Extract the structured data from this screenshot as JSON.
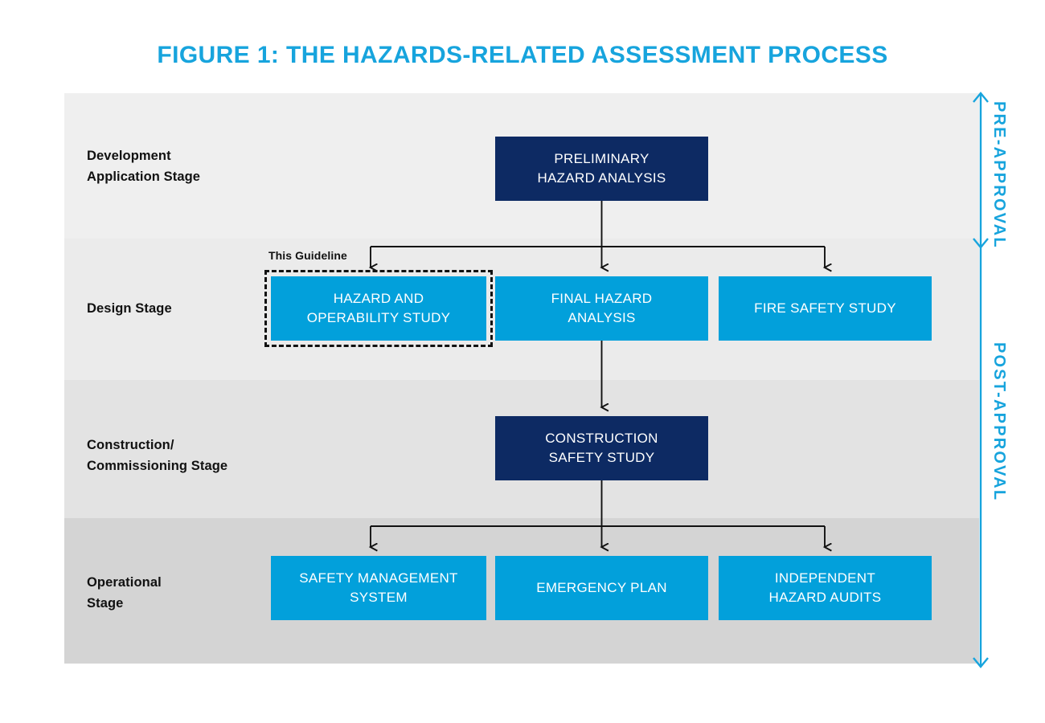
{
  "figure": {
    "title": "FIGURE 1: THE HAZARDS-RELATED ASSESSMENT PROCESS",
    "accent_color": "#17a4dd",
    "navy_color": "#0d2a63",
    "blue_color": "#02a0db"
  },
  "stages": [
    {
      "label": "Development\nApplication Stage",
      "band_color": "#efefef"
    },
    {
      "label": "Design Stage",
      "band_color": "#ebebeb"
    },
    {
      "label": "Construction/\nCommissioning Stage",
      "band_color": "#e3e3e3"
    },
    {
      "label": "Operational\nStage",
      "band_color": "#d4d4d4"
    }
  ],
  "nodes": {
    "preliminary_hazard_analysis": "PRELIMINARY\nHAZARD ANALYSIS",
    "hazard_and_operability_study": "HAZARD AND\nOPERABILITY STUDY",
    "final_hazard_analysis": "FINAL HAZARD\nANALYSIS",
    "fire_safety_study": "FIRE SAFETY STUDY",
    "construction_safety_study": "CONSTRUCTION\nSAFETY STUDY",
    "safety_management_system": "SAFETY MANAGEMENT\nSYSTEM",
    "emergency_plan": "EMERGENCY PLAN",
    "independent_hazard_audits": "INDEPENDENT\nHAZARD AUDITS"
  },
  "annotations": {
    "this_guideline": "This Guideline"
  },
  "approval_rail": {
    "pre": "PRE-APPROVAL",
    "post": "POST-APPROVAL"
  },
  "chart_data": {
    "type": "diagram",
    "title": "FIGURE 1: THE HAZARDS-RELATED ASSESSMENT PROCESS",
    "swimlanes": [
      {
        "stage": "Development Application Stage",
        "approval_phase": "PRE-APPROVAL",
        "nodes": [
          {
            "label": "PRELIMINARY HAZARD ANALYSIS",
            "style": "navy",
            "column": "middle"
          }
        ]
      },
      {
        "stage": "Design Stage",
        "approval_phase": "PRE-APPROVAL",
        "nodes": [
          {
            "label": "HAZARD AND OPERABILITY STUDY",
            "style": "blue",
            "column": "left",
            "highlight": "This Guideline"
          },
          {
            "label": "FINAL HAZARD ANALYSIS",
            "style": "blue",
            "column": "middle"
          },
          {
            "label": "FIRE SAFETY STUDY",
            "style": "blue",
            "column": "right"
          }
        ]
      },
      {
        "stage": "Construction/Commissioning Stage",
        "approval_phase": "POST-APPROVAL",
        "nodes": [
          {
            "label": "CONSTRUCTION SAFETY STUDY",
            "style": "navy",
            "column": "middle"
          }
        ]
      },
      {
        "stage": "Operational Stage",
        "approval_phase": "POST-APPROVAL",
        "nodes": [
          {
            "label": "SAFETY MANAGEMENT SYSTEM",
            "style": "blue",
            "column": "left"
          },
          {
            "label": "EMERGENCY PLAN",
            "style": "blue",
            "column": "middle"
          },
          {
            "label": "INDEPENDENT HAZARD AUDITS",
            "style": "blue",
            "column": "right"
          }
        ]
      }
    ],
    "edges": [
      {
        "from": "PRELIMINARY HAZARD ANALYSIS",
        "to": "HAZARD AND OPERABILITY STUDY"
      },
      {
        "from": "PRELIMINARY HAZARD ANALYSIS",
        "to": "FINAL HAZARD ANALYSIS"
      },
      {
        "from": "PRELIMINARY HAZARD ANALYSIS",
        "to": "FIRE SAFETY STUDY"
      },
      {
        "from": "FINAL HAZARD ANALYSIS",
        "to": "CONSTRUCTION SAFETY STUDY"
      },
      {
        "from": "CONSTRUCTION SAFETY STUDY",
        "to": "SAFETY MANAGEMENT SYSTEM"
      },
      {
        "from": "CONSTRUCTION SAFETY STUDY",
        "to": "EMERGENCY PLAN"
      },
      {
        "from": "CONSTRUCTION SAFETY STUDY",
        "to": "INDEPENDENT HAZARD AUDITS"
      }
    ]
  }
}
